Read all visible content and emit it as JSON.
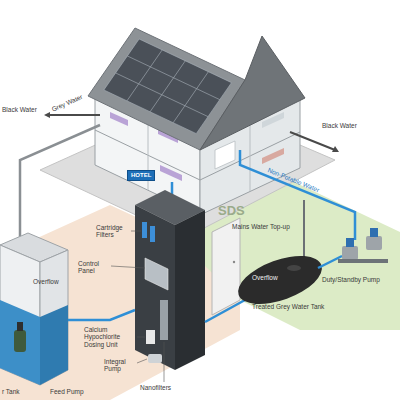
{
  "diagram": {
    "nodes": [
      {
        "text": [
          "HOTEL"
        ]
      }
    ],
    "labels": [
      "Black Water",
      "Grey Water",
      "Black Water",
      "Non-Potable Water",
      "SDS",
      "Cartridge Filters",
      "Control Panel",
      "Calcium Hypochlorite Dosing Unit",
      "Integral Pump",
      "Nanofilters",
      "Mains Water Top-up",
      "Overflow",
      "Overflow",
      "Duty/Standby Pump",
      "Treated Grey Water Tank",
      "r Tank",
      "Feed Pump"
    ]
  }
}
